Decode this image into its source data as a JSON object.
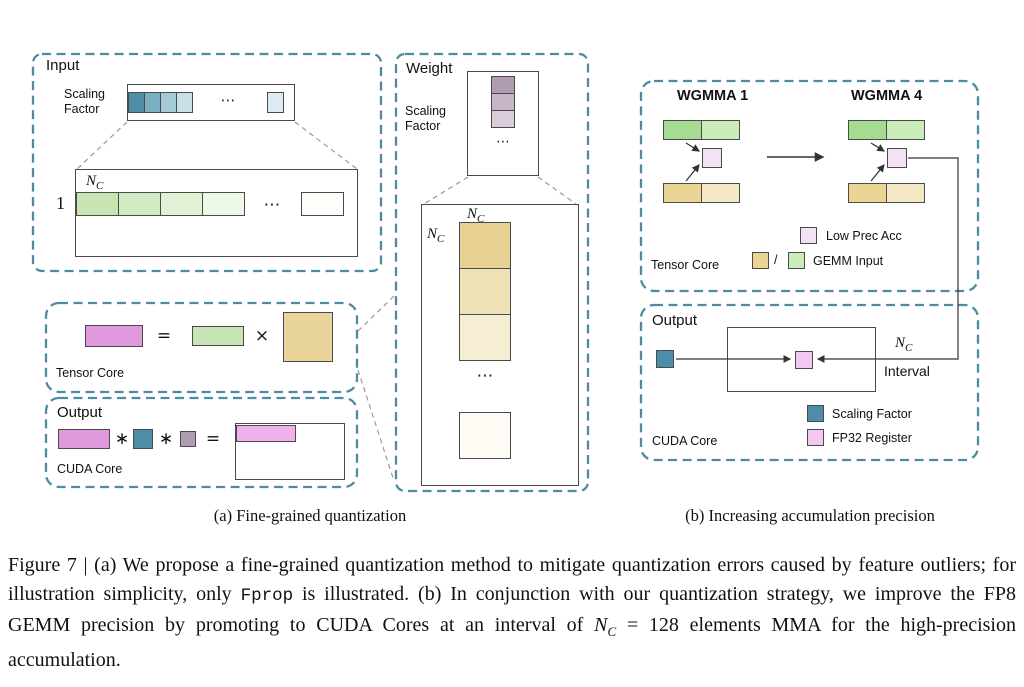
{
  "colors": {
    "dash": "#4d8ba3",
    "zoom": "#9a9a9a",
    "line": "#333333",
    "border": "#4a4a4a",
    "ink": "#111111"
  },
  "labels": {
    "n": "N",
    "c": "C",
    "hdots": "⋯",
    "eq": "=",
    "times": "×",
    "star": "∗",
    "slash": "/"
  },
  "panel_a": {
    "caption": "(a) Fine-grained quantization",
    "input": {
      "title": "Input",
      "scaling_line1": "Scaling",
      "scaling_line2": "Factor",
      "scaling_cells": [
        "#4e8da6",
        "#7aafc2",
        "#a3cad7",
        "#c9e0e9"
      ],
      "scaling_tail": [
        "#dcecf2"
      ],
      "row_index": "1",
      "row_cells": [
        "#c6e5b2",
        "#d3ebc3",
        "#e0f1d4",
        "#eef8e7"
      ],
      "row_tail": [
        "#fcfef9"
      ]
    },
    "weight": {
      "title": "Weight",
      "scaling_line1": "Scaling",
      "scaling_line2": "Factor",
      "scaling_cells": [
        "#b29cb2",
        "#c6b5c6",
        "#dacdd9"
      ],
      "column_cells": [
        "#e7d193",
        "#efe2b6",
        "#f6eed3"
      ],
      "column_tail": [
        "#fdfbf3"
      ]
    },
    "tensor_core": {
      "label": "Tensor Core",
      "acc_color": "#df99dd",
      "input_color": "#c6e5b2",
      "weight_color": "#e9d59b"
    },
    "output": {
      "title": "Output",
      "label": "CUDA Core",
      "acc_color": "#df99dd",
      "scale_color": "#4e8da6",
      "wscale_color": "#b29cb2",
      "result_color": "#f0b2ec"
    }
  },
  "panel_b": {
    "caption": "(b) Increasing accumulation precision",
    "wgmma": {
      "wgmma1": "WGMMA 1",
      "wgmma4": "WGMMA 4",
      "label": "Tensor Core",
      "green_cells": [
        "#a5dc92",
        "#c9ecb8"
      ],
      "tan_cells": [
        "#ebd595",
        "#f4e9c4"
      ],
      "acc_color": "#f3e2f4",
      "legend_low_prec": "Low Prec Acc",
      "legend_gemm": "GEMM Input"
    },
    "output": {
      "title": "Output",
      "label": "CUDA Core",
      "interval": "Interval",
      "scaling_color": "#4e8da6",
      "fp32_color": "#f3c8ef",
      "legend_scaling": "Scaling Factor",
      "legend_fp32": "FP32 Register"
    }
  },
  "figure_caption": {
    "segments": [
      {
        "t": "Figure 7 | (a) We propose a fine-grained quantization method to mitigate quantization errors caused by feature outliers; for illustration simplicity, only ",
        "s": "plain"
      },
      {
        "t": "Fprop",
        "s": "mono"
      },
      {
        "t": " is illustrated. (b) In conjunction with our quantization strategy, we improve the FP8 GEMM precision by promoting to CUDA Cores at an interval of ",
        "s": "plain"
      },
      {
        "t": "N",
        "s": "italic"
      },
      {
        "t": "C",
        "s": "sub"
      },
      {
        "t": " = 128 elements MMA for the high-precision accumulation.",
        "s": "plain"
      }
    ]
  }
}
